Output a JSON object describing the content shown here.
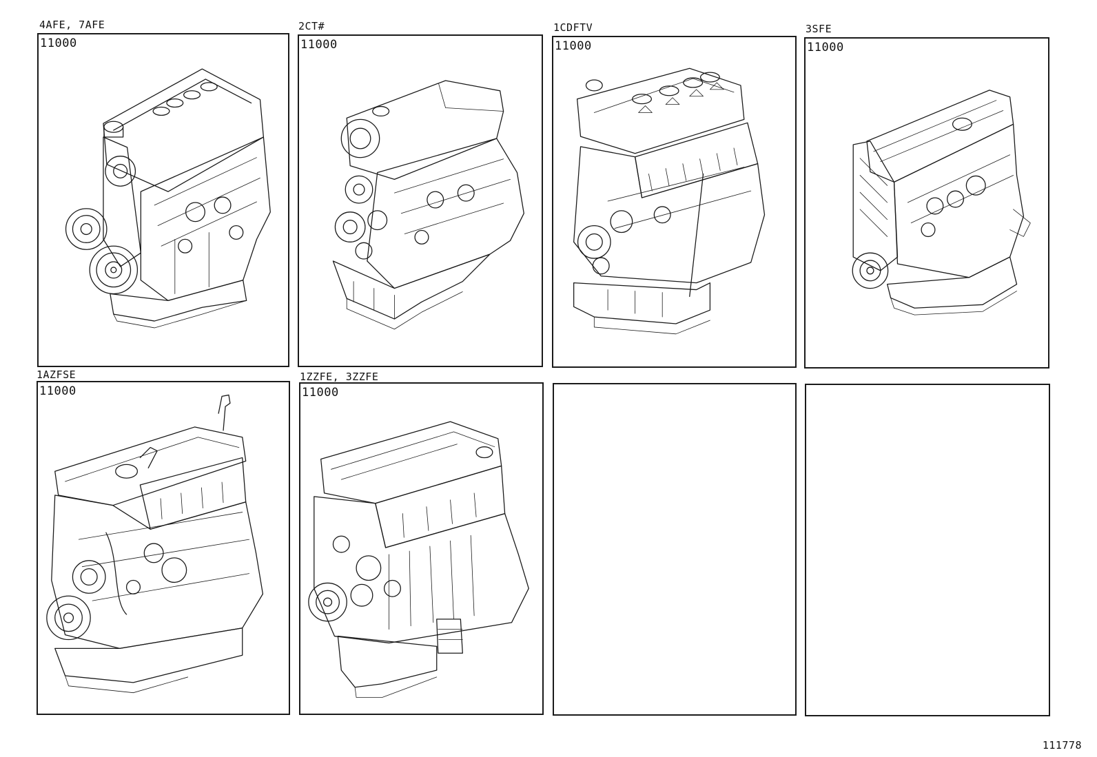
{
  "panels": [
    {
      "label": "4AFE, 7AFE",
      "part": "11000",
      "has_illustration": true,
      "illustration": "4afe-engine-assembly"
    },
    {
      "label": "2CT#",
      "part": "11000",
      "has_illustration": true,
      "illustration": "2ct-engine-assembly"
    },
    {
      "label": "1CDFTV",
      "part": "11000",
      "has_illustration": true,
      "illustration": "1cdftv-engine-assembly"
    },
    {
      "label": "3SFE",
      "part": "11000",
      "has_illustration": true,
      "illustration": "3sfe-engine-assembly"
    },
    {
      "label": "1AZFSE",
      "part": "11000",
      "has_illustration": true,
      "illustration": "1azfse-engine-assembly"
    },
    {
      "label": "1ZZFE, 3ZZFE",
      "part": "11000",
      "has_illustration": true,
      "illustration": "1zzfe-engine-assembly"
    },
    {
      "label": "",
      "part": "",
      "has_illustration": false
    },
    {
      "label": "",
      "part": "",
      "has_illustration": false
    }
  ],
  "figure_ref": "111778"
}
